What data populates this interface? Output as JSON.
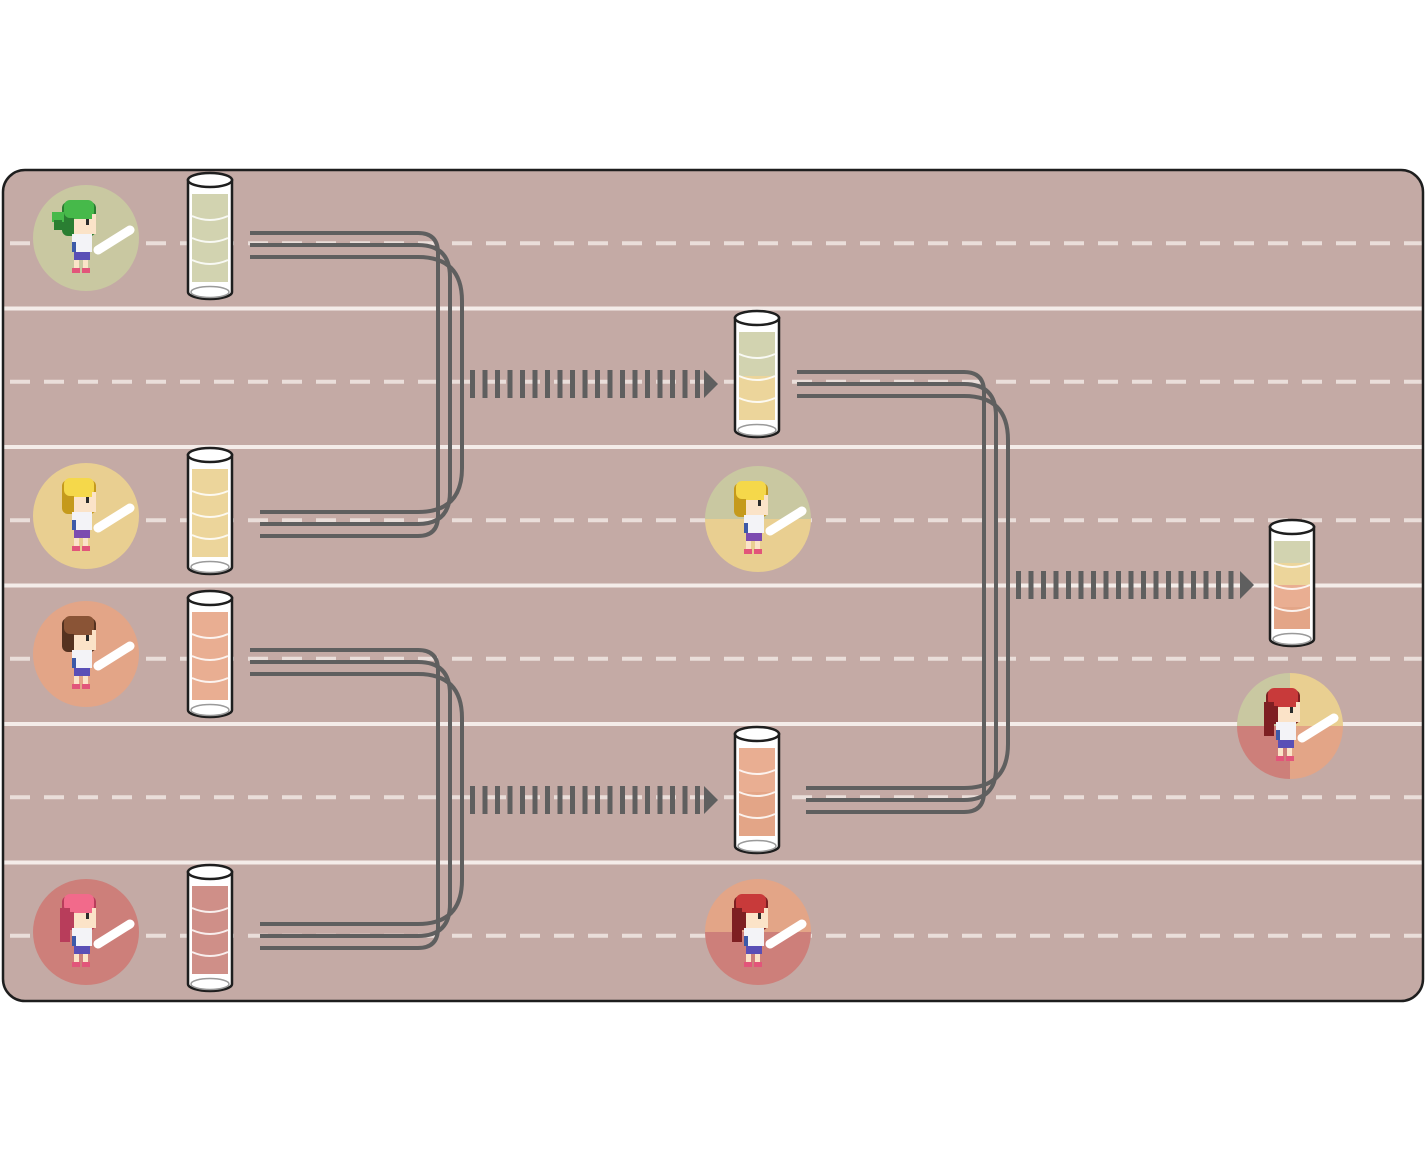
{
  "colors": {
    "track": "#c4aaa5",
    "lane_line": "#f4ece9",
    "dash": "#eadeda",
    "border": "#1e1e1e",
    "connector": "#5f5f5f",
    "tube_outline": "#1e1e1e",
    "tube_glass": "#ffffff",
    "green": "#c9c8a1",
    "yellow": "#e9cf91",
    "peach": "#e3a587",
    "red": "#cd7f7a",
    "tube_green": "#d2d3b0",
    "tube_yellow": "#ecd59b",
    "tube_peach": "#e9ae92",
    "tube_red": "#cf8f88",
    "baton": "#ffffff"
  },
  "lanes": {
    "count": 6
  },
  "runners": [
    {
      "id": "green-runner",
      "hair": "green",
      "badge": [
        "green"
      ]
    },
    {
      "id": "blonde-runner",
      "hair": "blonde",
      "badge": [
        "yellow"
      ]
    },
    {
      "id": "brown-runner",
      "hair": "brown",
      "badge": [
        "peach"
      ]
    },
    {
      "id": "pink-runner",
      "hair": "pink",
      "badge": [
        "red"
      ]
    },
    {
      "id": "merged-blonde-runner",
      "hair": "blonde",
      "badge": [
        "green",
        "yellow"
      ]
    },
    {
      "id": "merged-red-runner",
      "hair": "crimson",
      "badge": [
        "peach",
        "red"
      ]
    },
    {
      "id": "final-runner",
      "hair": "crimson",
      "badge": [
        "green",
        "yellow",
        "peach",
        "red"
      ]
    }
  ],
  "tubes": [
    {
      "id": "tube-green",
      "segments": [
        "tube_green",
        "tube_green",
        "tube_green",
        "tube_green"
      ]
    },
    {
      "id": "tube-yellow",
      "segments": [
        "tube_yellow",
        "tube_yellow",
        "tube_yellow",
        "tube_yellow"
      ]
    },
    {
      "id": "tube-peach",
      "segments": [
        "tube_peach",
        "tube_peach",
        "tube_peach",
        "tube_peach"
      ]
    },
    {
      "id": "tube-red",
      "segments": [
        "tube_red",
        "tube_red",
        "tube_red",
        "tube_red"
      ]
    },
    {
      "id": "tube-merge-top",
      "segments": [
        "tube_green",
        "tube_green",
        "tube_yellow",
        "tube_yellow"
      ]
    },
    {
      "id": "tube-merge-bottom",
      "segments": [
        "tube_peach",
        "tube_peach",
        "peach",
        "peach"
      ]
    },
    {
      "id": "tube-final",
      "segments": [
        "tube_green",
        "tube_yellow",
        "tube_peach",
        "peach"
      ]
    }
  ],
  "icons": {
    "baton": "baton-icon",
    "arrow": "arrow-right-icon",
    "connector": "merge-connector-icon"
  }
}
